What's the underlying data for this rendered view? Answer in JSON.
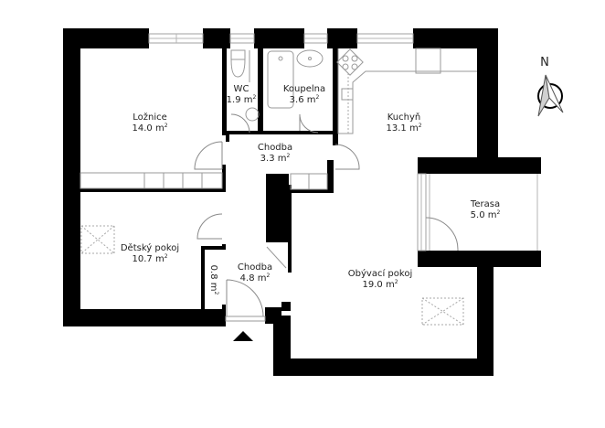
{
  "floor_plan": {
    "area_unit": "m",
    "area_unit_exp": "2",
    "rooms": [
      {
        "id": "loznice",
        "name": "Ložnice",
        "area": "14.0"
      },
      {
        "id": "wc",
        "name": "WC",
        "area": "1.9"
      },
      {
        "id": "koupelna",
        "name": "Koupelna",
        "area": "3.6"
      },
      {
        "id": "kuchyn",
        "name": "Kuchyň",
        "area": "13.1"
      },
      {
        "id": "chodba-upper",
        "name": "Chodba",
        "area": "3.3"
      },
      {
        "id": "terasa",
        "name": "Terasa",
        "area": "5.0"
      },
      {
        "id": "detsky-pokoj",
        "name": "Dětský pokoj",
        "area": "10.7"
      },
      {
        "id": "chodba-lower",
        "name": "Chodba",
        "area": "4.8"
      },
      {
        "id": "storage",
        "name": "",
        "area": "0.8"
      },
      {
        "id": "obyvaci-pokoj",
        "name": "Obývací pokoj",
        "area": "19.0"
      }
    ],
    "compass": {
      "label": "N"
    },
    "entrance_marker": "entrance-arrow",
    "colors": {
      "wall": "#000000",
      "fixture": "#9a9a9a",
      "background": "#ffffff"
    }
  }
}
